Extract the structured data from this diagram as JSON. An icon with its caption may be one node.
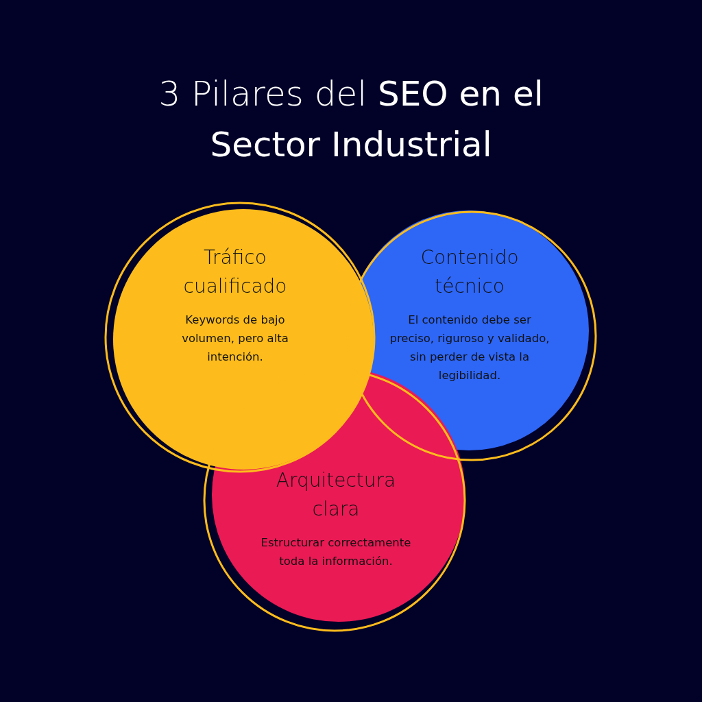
{
  "diagram": {
    "title": "3 Pilares del **SEO en el Sector Industrial**",
    "nodes": [
      {
        "text": [
          "Contenido técnico",
          "El contenido debe ser preciso, riguroso y validado, sin perder de vista la legibilidad."
        ]
      },
      {
        "text": [
          "Arquitectura clara",
          "Estructurar correctamente toda la información."
        ]
      },
      {
        "text": [
          "Tráfico cualificado",
          "Keywords de bajo volumen, pero alta intención."
        ]
      }
    ]
  }
}
